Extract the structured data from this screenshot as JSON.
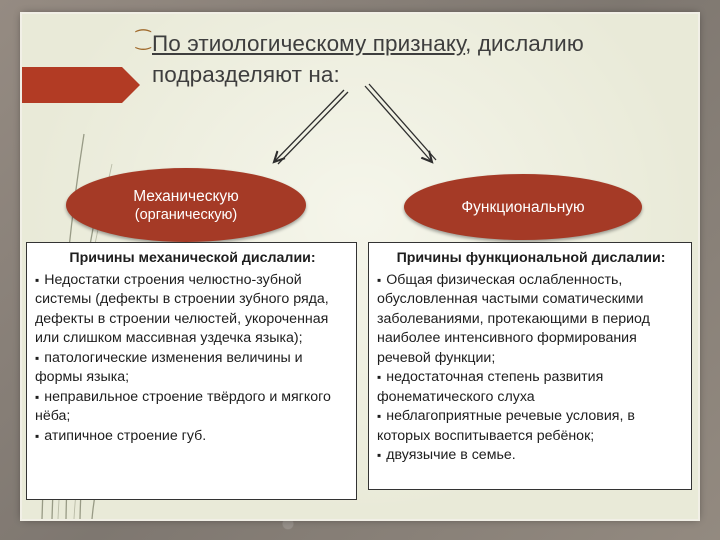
{
  "heading": {
    "bullet": "⁐",
    "underlined": "По этиологическому признаку",
    "rest": ", дислалию подразделяют на:"
  },
  "left_oval": {
    "line1": "Механическую",
    "line2": "(органическую)"
  },
  "right_oval": {
    "line1": "Функциональную"
  },
  "left_box": {
    "title": "Причины механической дислалии:",
    "items": [
      "Недостатки строения челюстно-зубной системы (дефекты в строении зубного ряда, дефекты в строении челюстей, укороченная или слишком массивная уздечка языка);",
      "патологические изменения величины и формы языка;",
      "неправильное строение твёрдого и мягкого нёба;",
      "атипичное строение губ."
    ]
  },
  "right_box": {
    "title": "Причины функциональной дислалии:",
    "items": [
      "Общая физическая ослабленность, обусловленная частыми соматическими заболеваниями, протекающими в период наиболее интенсивного формирования речевой функции;",
      "недостаточная степень развития фонематического слуха",
      "неблагоприятные речевые условия, в которых воспитывается ребёнок;",
      "двуязычие в семье."
    ]
  },
  "colors": {
    "accent_red": "#a53a26",
    "slide_bg": "#e9ead8",
    "frame": "#8d857d"
  }
}
